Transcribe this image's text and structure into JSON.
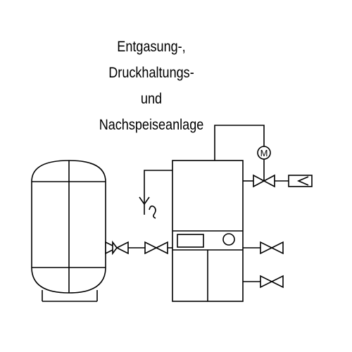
{
  "title": {
    "lines": [
      "Entgasung-,",
      "Druckhaltungs-",
      "und",
      "Nachspeiseanlage"
    ]
  },
  "motor_symbol": "M",
  "colors": {
    "stroke": "#000000",
    "background": "#ffffff"
  },
  "components": {
    "vessel": "pressure-vessel",
    "unit": "degassing-pressure-maintenance-unit",
    "valves": [
      "butterfly-valve",
      "butterfly-valve",
      "butterfly-valve",
      "butterfly-valve",
      "motorized-valve"
    ],
    "instrument": "check-valve-symbol"
  }
}
